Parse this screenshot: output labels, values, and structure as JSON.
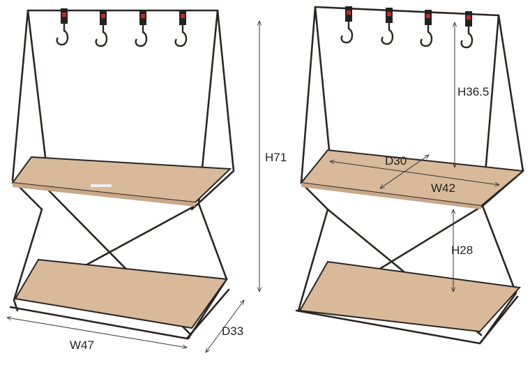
{
  "left_view": {
    "height_label": "H71",
    "width_label": "W47",
    "depth_label": "D33"
  },
  "right_view": {
    "upper_height_label": "H36.5",
    "shelf_depth_label": "D30",
    "shelf_width_label": "W42",
    "lower_height_label": "H28"
  },
  "colors": {
    "frame": "#2b2623",
    "shelf_fabric": "#d8b99a"
  }
}
